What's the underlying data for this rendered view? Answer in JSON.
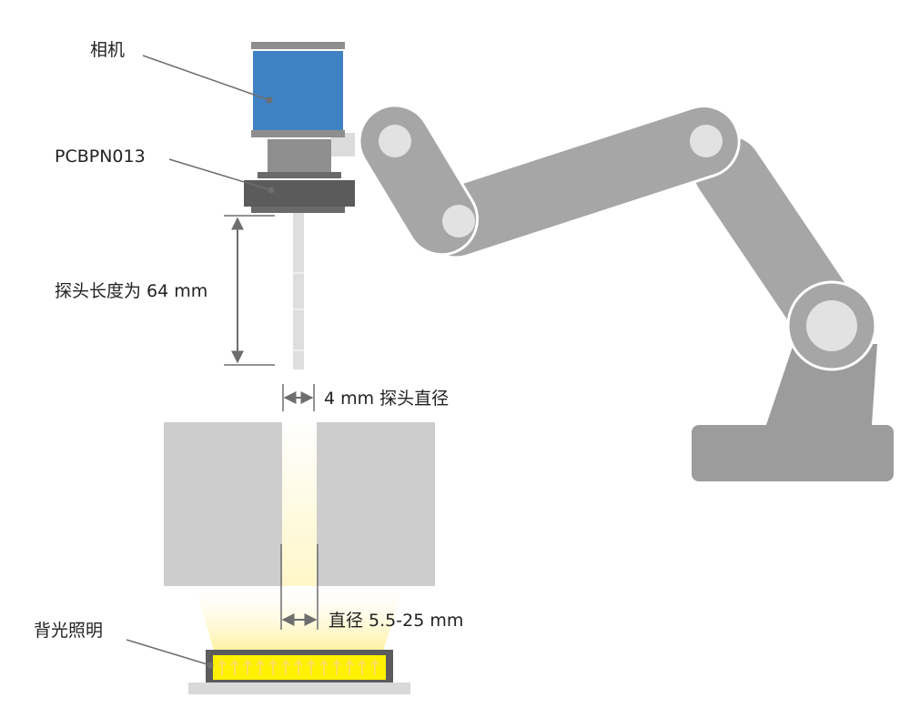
{
  "labels": {
    "camera": "相机",
    "lens": "PCBPN013",
    "probe_length": "探头长度为 64 mm",
    "probe_diameter": "4 mm 探头直径",
    "bore_diameter": "直径 5.5-25 mm",
    "backlight": "背光照明"
  },
  "colors": {
    "camera_body": "#3f82c3",
    "robot_arm": "#a3a3a3",
    "block": "#cdcdcd",
    "light": "#fff2a8",
    "dimension": "#6e6e6e"
  }
}
